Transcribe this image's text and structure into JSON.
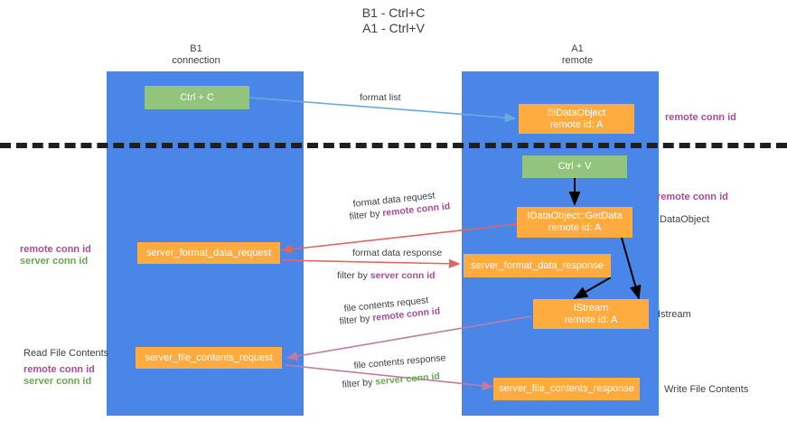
{
  "title": "B1 - Ctrl+C\nA1 - Ctrl+V",
  "columns": {
    "left": "B1\nconnection",
    "right": "A1\nremote"
  },
  "boxes": {
    "ctrl_c": "Ctrl + C",
    "ctrl_v": "Ctrl + V",
    "data_object_remote": "⍰IDataObject\nremote id: A",
    "get_data": "IDataObject::GetData\nremote id: A",
    "server_format_data_request": "server_format_data_request",
    "server_format_data_response": "server_format_data_response",
    "istream": "IStream\nremote id: A",
    "server_file_contents_request": "server_file_contents_request",
    "server_file_contents_response": "server_file_contents_response"
  },
  "edges": {
    "format_list": "format list",
    "format_data_request": "format data request",
    "format_data_request_filter_prefix": "filter by ",
    "format_data_request_filter_key": "remote conn id",
    "format_data_response": "format data response",
    "format_data_response_filter_prefix": "filter by ",
    "format_data_response_filter_key": "server conn id",
    "file_contents_request": "file contents request",
    "file_contents_request_filter_prefix": "filter by ",
    "file_contents_request_filter_key": "remote conn id",
    "file_contents_response": "file contents response",
    "file_contents_response_filter_prefix": "filter by ",
    "file_contents_response_filter_key": "server conn id"
  },
  "labels": {
    "right_remote_conn_id_top": "remote conn id",
    "right_remote_conn_id_mid": "remote conn id",
    "right_data_object": "DataObject",
    "right_istream": "Istream",
    "right_write_file_contents": "Write File Contents",
    "left_mid_remote": "remote conn id",
    "left_mid_server": "server conn id",
    "left_read_file_contents": "Read File Contents",
    "left_bottom_remote": "remote conn id",
    "left_bottom_server": "server conn id"
  },
  "colors": {
    "lane": "#4a86e8",
    "box_green": "#93c47d",
    "box_orange": "#ffab40",
    "purple": "#a64d9a",
    "green_text": "#6aa84f",
    "arrow_blue": "#6fa8dc",
    "arrow_red": "#e06666",
    "arrow_magenta": "#c27ba0",
    "arrow_black": "#000000",
    "divider": "#1f1f1f"
  }
}
